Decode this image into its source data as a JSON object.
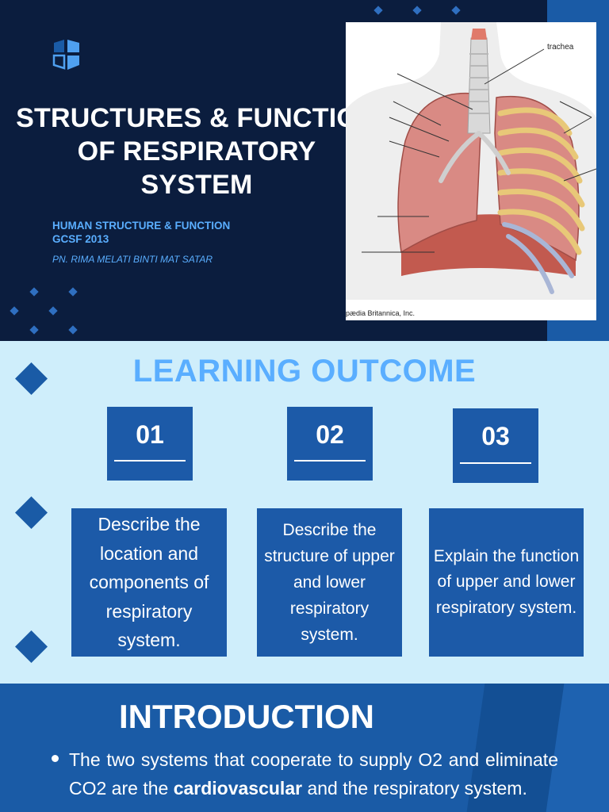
{
  "hero": {
    "title_lines": [
      "STRUCTURES & FUNCTION",
      "OF RESPIRATORY",
      "SYSTEM"
    ],
    "subtitle_lines": [
      "HUMAN STRUCTURE & FUNCTION",
      "GCSF 2013"
    ],
    "author": "PN. RIMA MELATI BINTI MAT SATAR",
    "illustration": {
      "label_trachea": "trachea",
      "credit": "pædia Britannica, Inc."
    }
  },
  "learning_outcome": {
    "heading": "LEARNING OUTCOME",
    "items": [
      {
        "number": "01",
        "text": "Describe the location and components of respiratory system."
      },
      {
        "number": "02",
        "text": "Describe the structure of upper and lower respiratory system."
      },
      {
        "number": "03",
        "text": "Explain the function of upper and lower respiratory system."
      }
    ]
  },
  "introduction": {
    "heading": "INTRODUCTION",
    "paragraph_start": "The two systems that cooperate to supply O2 and eliminate CO2 are the ",
    "paragraph_bold": "cardiovascular",
    "paragraph_end": " and the respiratory system."
  },
  "colors": {
    "navy": "#0b1d3e",
    "brand_blue": "#1c5aa8",
    "light_blue_text": "#5aaeff",
    "page_background": "#cfeefb"
  }
}
